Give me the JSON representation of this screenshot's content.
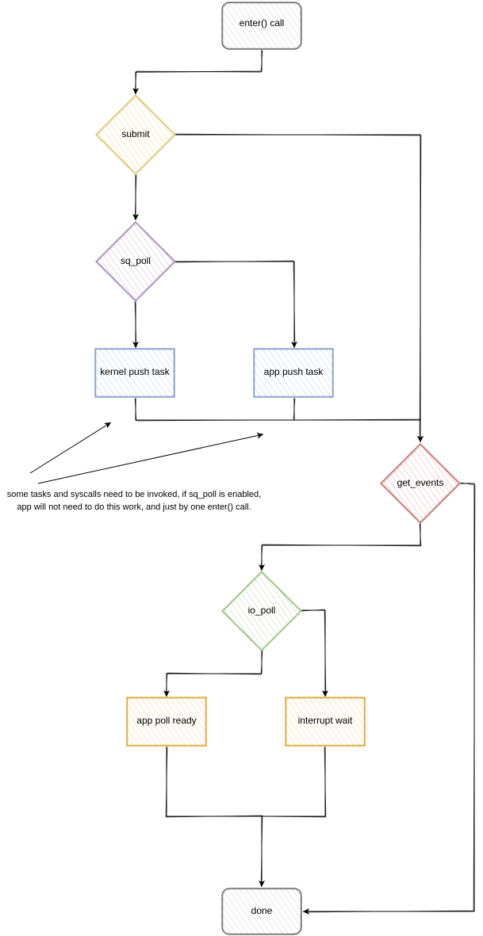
{
  "nodes": {
    "enter_call": {
      "label": "enter() call",
      "color": "#555555",
      "fill": "#f2f2f2"
    },
    "submit": {
      "label": "submit",
      "color": "#d6b656",
      "fill": "#fff2cc"
    },
    "sq_poll": {
      "label": "sq_poll",
      "color": "#9673a6",
      "fill": "#e1d5e7"
    },
    "kernel_push_task": {
      "label": "kernel push task",
      "color": "#6c8ebf",
      "fill": "#dae8fc"
    },
    "app_push_task": {
      "label": "app push task",
      "color": "#6c8ebf",
      "fill": "#dae8fc"
    },
    "get_events": {
      "label": "get_events",
      "color": "#b85450",
      "fill": "#f8cecc"
    },
    "io_poll": {
      "label": "io_poll",
      "color": "#82b366",
      "fill": "#d5e8d4"
    },
    "app_poll_ready": {
      "label": "app poll ready",
      "color": "#d79b00",
      "fill": "#ffe6cc"
    },
    "interrupt_wait": {
      "label": "interrupt wait",
      "color": "#d79b00",
      "fill": "#ffe6cc"
    },
    "done": {
      "label": "done",
      "color": "#555555",
      "fill": "#f2f2f2"
    }
  },
  "annotation": {
    "text": "some tasks and syscalls need to be invoked, if sq_poll is enabled, app will not need to do this work, and just by one enter() call."
  }
}
